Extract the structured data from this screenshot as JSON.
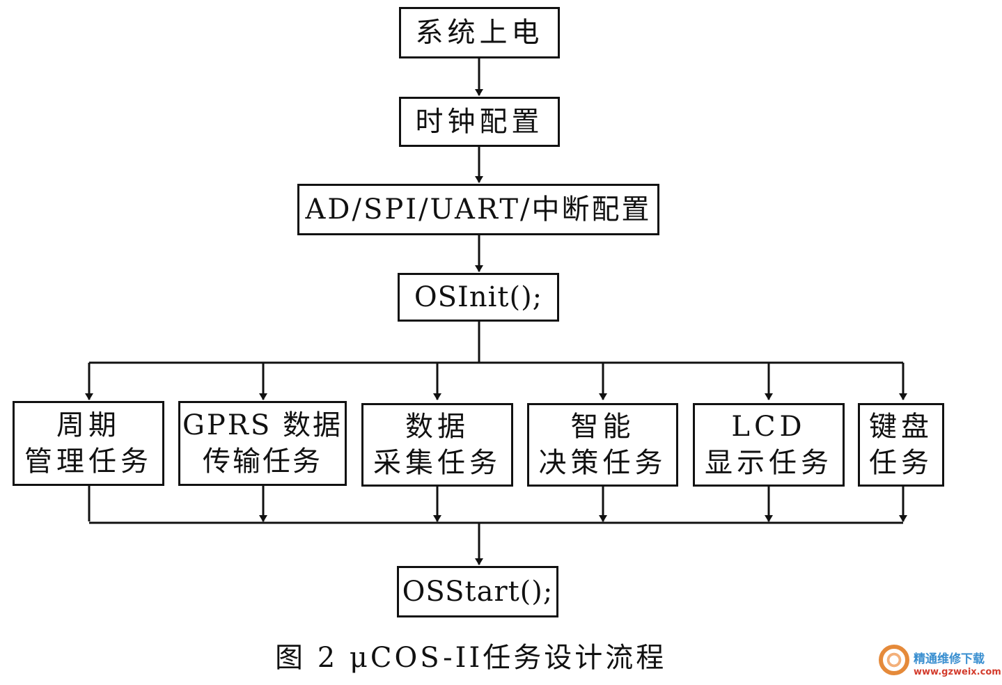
{
  "flow": {
    "power_on": "系统上电",
    "clock_config": "时钟配置",
    "peripheral_config": "AD/SPI/UART/中断配置",
    "os_init": "OSInit();",
    "os_start": "OSStart();"
  },
  "tasks": [
    {
      "line1": "周期",
      "line2": "管理任务"
    },
    {
      "line1": "GPRS 数据",
      "line2": "传输任务"
    },
    {
      "line1": "数据",
      "line2": "采集任务"
    },
    {
      "line1": "智能",
      "line2": "决策任务"
    },
    {
      "line1": "LCD",
      "line2": "显示任务"
    },
    {
      "line1": "键盘",
      "line2": "任务"
    }
  ],
  "caption": "图 2 μCOS-II任务设计流程",
  "watermark": {
    "title": "精通维修下载",
    "url": "www.gzweix.com"
  }
}
